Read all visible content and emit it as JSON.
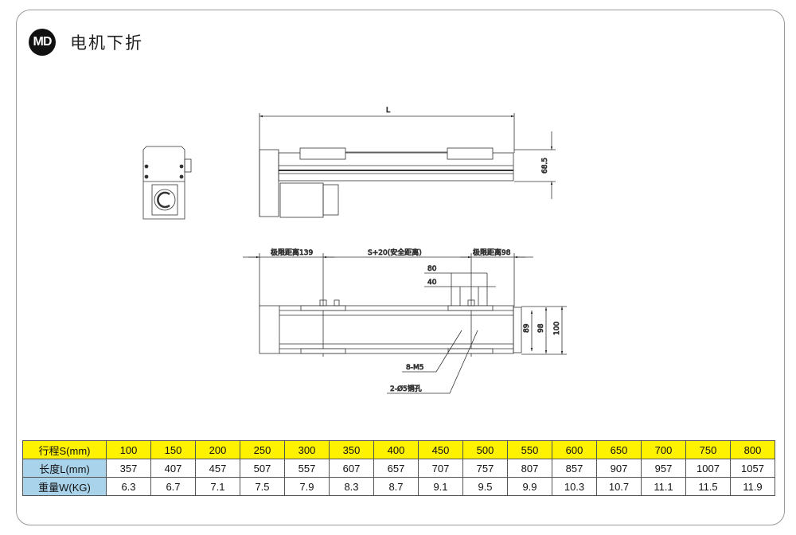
{
  "header": {
    "badge": "MD",
    "title": "电机下折"
  },
  "drawing": {
    "length_label": "L",
    "height_label": "68.5",
    "limit_left": "极限距离139",
    "safe_distance": "S+20(安全距离)",
    "limit_right": "极限距离98",
    "dim_80": "80",
    "dim_40": "40",
    "dim_89": "89",
    "dim_98": "98",
    "dim_100": "100",
    "thread_note": "8-M5",
    "pin_note": "2-Ø5销孔"
  },
  "table": {
    "rows": [
      {
        "label": "行程S(mm)",
        "values": [
          "100",
          "150",
          "200",
          "250",
          "300",
          "350",
          "400",
          "450",
          "500",
          "550",
          "600",
          "650",
          "700",
          "750",
          "800"
        ]
      },
      {
        "label": "长度L(mm)",
        "values": [
          "357",
          "407",
          "457",
          "507",
          "557",
          "607",
          "657",
          "707",
          "757",
          "807",
          "857",
          "907",
          "957",
          "1007",
          "1057"
        ]
      },
      {
        "label": "重量W(KG)",
        "values": [
          "6.3",
          "6.7",
          "7.1",
          "7.5",
          "7.9",
          "8.3",
          "8.7",
          "9.1",
          "9.5",
          "9.9",
          "10.3",
          "10.7",
          "11.1",
          "11.5",
          "11.9"
        ]
      }
    ]
  }
}
